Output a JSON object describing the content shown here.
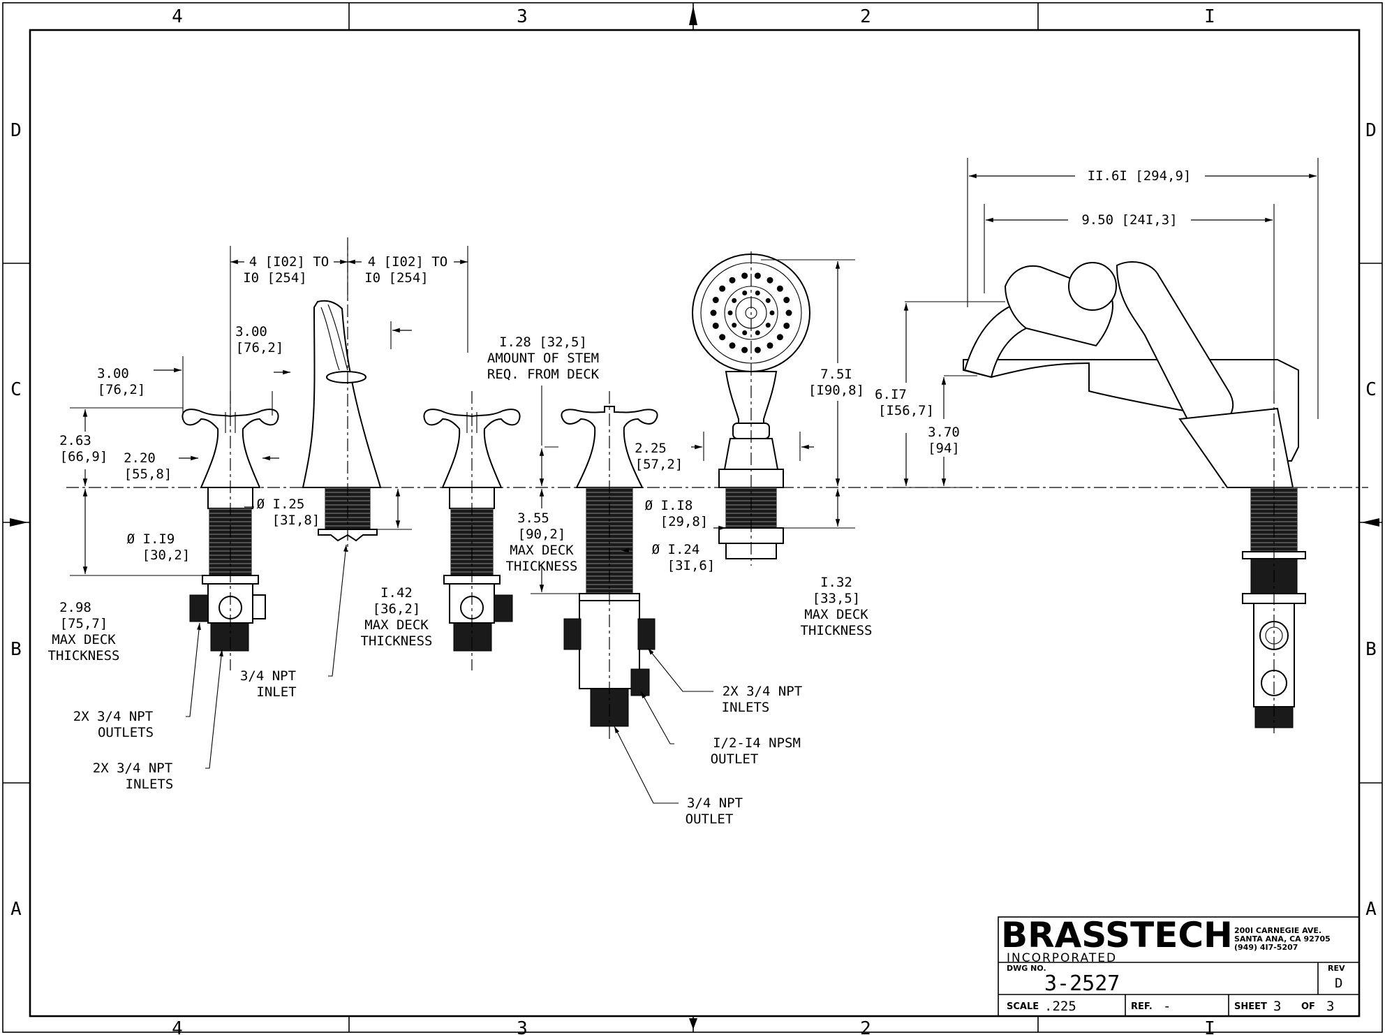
{
  "zones": {
    "columns": [
      "4",
      "3",
      "2",
      "I"
    ],
    "rows": [
      "D",
      "C",
      "B",
      "A"
    ]
  },
  "dimensions": {
    "d_top_overall_line1": "II.6I [294,9]",
    "d_top_inner_line1": "9.50 [24I,3]",
    "d_spread_left_1": "4 [I02] TO",
    "d_spread_left_2": "I0 [254]",
    "d_spread_right_1": "4 [I02] TO",
    "d_spread_right_2": "I0 [254]",
    "d_spout_reach_1": "3.00",
    "d_spout_reach_2": "[76,2]",
    "d_handle_width_1": "3.00",
    "d_handle_width_2": "[76,2]",
    "d_handle_height_1": "2.63",
    "d_handle_height_2": "[66,9]",
    "d_handle_base_1": "2.20",
    "d_handle_base_2": "[55,8]",
    "d_spout_dia_1": "Ø I.25",
    "d_spout_dia_2": "[3I,8]",
    "d_valve_dia_1": "Ø I.I9",
    "d_valve_dia_2": "[30,2]",
    "d_deck_left_1": "2.98",
    "d_deck_left_2": "[75,7]",
    "d_deck_left_3": "MAX DECK",
    "d_deck_left_4": "THICKNESS",
    "d_stem_1": "I.28 [32,5]",
    "d_stem_2": "AMOUNT OF STEM",
    "d_stem_3": "REQ. FROM DECK",
    "d_spout_deck_1": "I.42",
    "d_spout_deck_2": "[36,2]",
    "d_spout_deck_3": "MAX DECK",
    "d_spout_deck_4": "THICKNESS",
    "d_div_deck_1": "3.55",
    "d_div_deck_2": "[90,2]",
    "d_div_deck_3": "MAX DECK",
    "d_div_deck_4": "THICKNESS",
    "d_div_width_1": "2.25",
    "d_div_width_2": "[57,2]",
    "d_hs_dia_1": "Ø I.I8",
    "d_hs_dia_2": "[29,8]",
    "d_div_dia_1": "Ø I.24",
    "d_div_dia_2": "[3I,6]",
    "d_hs_height_1": "7.5I",
    "d_hs_height_2": "[I90,8]",
    "d_hs_deck_1": "I.32",
    "d_hs_deck_2": "[33,5]",
    "d_hs_deck_3": "MAX DECK",
    "d_hs_deck_4": "THICKNESS",
    "d_side_h1_1": "6.I7",
    "d_side_h1_2": "[I56,7]",
    "d_side_h2_1": "3.70",
    "d_side_h2_2": "[94]"
  },
  "callouts": {
    "spout_inlet_1": "3/4 NPT",
    "spout_inlet_2": "INLET",
    "valve_outlets_1": "2X 3/4 NPT",
    "valve_outlets_2": "OUTLETS",
    "valve_inlets_1": "2X 3/4 NPT",
    "valve_inlets_2": "INLETS",
    "div_inlets_1": "2X 3/4 NPT",
    "div_inlets_2": "INLETS",
    "div_npsm_1": "I/2-I4 NPSM",
    "div_npsm_2": "OUTLET",
    "div_outlet_1": "3/4 NPT",
    "div_outlet_2": "OUTLET"
  },
  "title_block": {
    "company": "BRASSTECH",
    "company_sub": "INCORPORATED",
    "address_1": "200I CARNEGIE AVE.",
    "address_2": "SANTA ANA, CA 92705",
    "address_3": "(949) 4I7-5207",
    "dwg_no_label": "DWG NO.",
    "dwg_no": "3-2527",
    "rev_label": "REV",
    "rev": "D",
    "scale_label": "SCALE",
    "scale": ".225",
    "ref_label": "REF.",
    "ref": "-",
    "sheet_label": "SHEET",
    "sheet": "3",
    "of_label": "OF",
    "of": "3"
  }
}
